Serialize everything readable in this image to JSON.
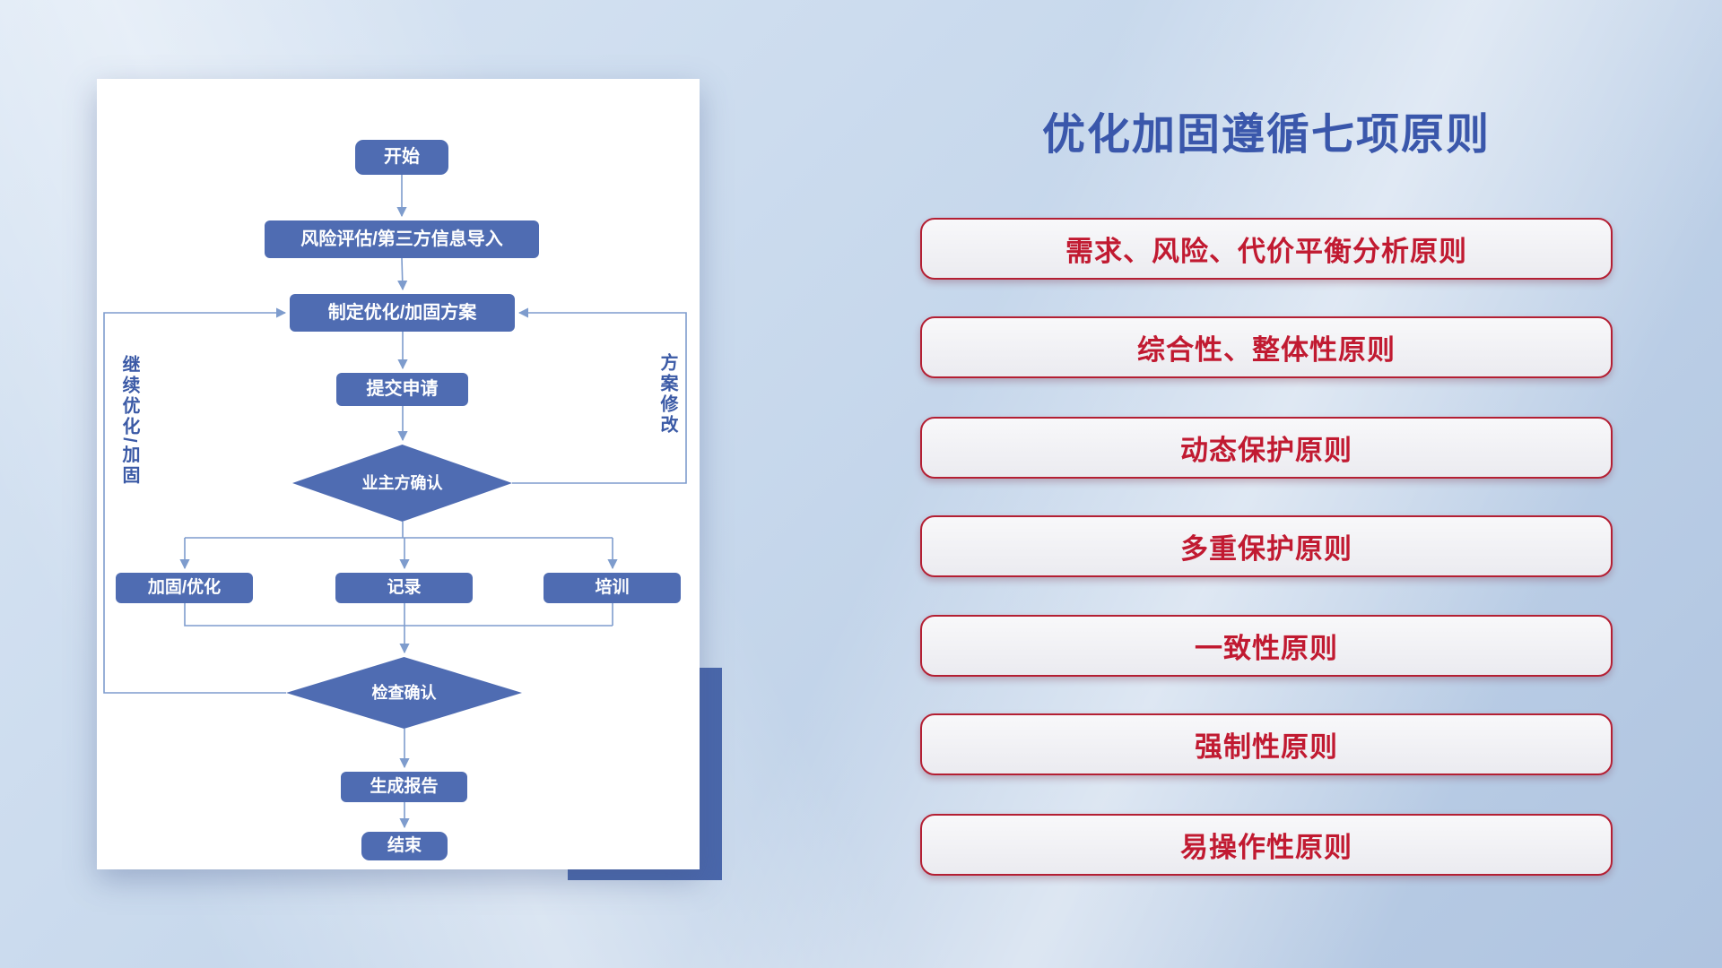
{
  "flow": {
    "nodes": {
      "start": "开始",
      "risk_import": "风险评估/第三方信息导入",
      "make_plan": "制定优化/加固方案",
      "submit": "提交申请",
      "owner_confirm": "业主方确认",
      "reinforce": "加固/优化",
      "record": "记录",
      "training": "培训",
      "check_confirm": "检查确认",
      "report": "生成报告",
      "end": "结束"
    },
    "edge_labels": {
      "continue_loop": "继续优化/加固",
      "modify_plan": "方案修改"
    }
  },
  "panel": {
    "title": "优化加固遵循七项原则",
    "principles": [
      "需求、风险、代价平衡分析原则",
      "综合性、整体性原则",
      "动态保护原则",
      "多重保护原则",
      "一致性原则",
      "强制性原则",
      "易操作性原则"
    ]
  },
  "colors": {
    "node_fill": "#4f6cb2",
    "connector": "#7e9ccd",
    "title_text": "#3a57ab",
    "principle_text": "#c11a31",
    "principle_border": "#b41f33",
    "accent_block": "#4a67ab"
  }
}
